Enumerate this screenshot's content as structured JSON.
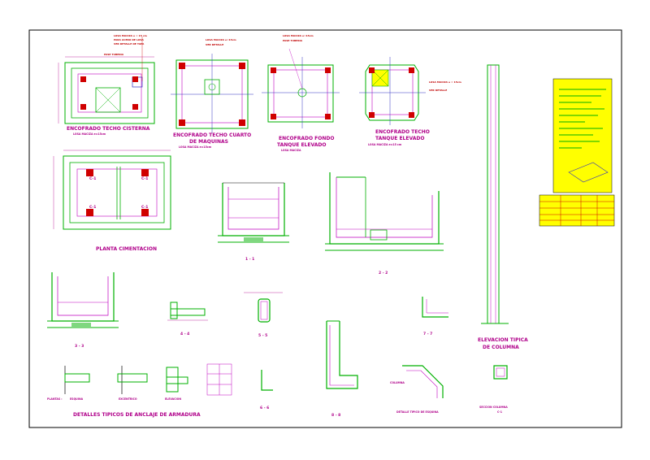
{
  "drawing": {
    "views": {
      "techo_cisterna": {
        "title": "ENCOFRADO TECHO CISTERNA",
        "annotation": "PASE TUBERIA"
      },
      "techo_cuarto": {
        "title_line1": "ENCOFRADO TECHO CUARTO",
        "title_line2": "DE MAQUINAS"
      },
      "fondo_tanque": {
        "title_line1": "ENCOFRADO FONDO",
        "title_line2": "TANQUE ELEVADO"
      },
      "techo_tanque": {
        "title_line1": "ENCOFRADO TECHO",
        "title_line2": "TANQUE ELEVADO"
      },
      "planta_cimentacion": {
        "title": "PLANTA CIMENTACION",
        "columns": [
          "C-1",
          "C-1",
          "C-1",
          "C-1"
        ]
      },
      "corte_1_1": {
        "title": "1 - 1"
      },
      "corte_2_2": {
        "title": "2 - 2"
      },
      "corte_3_3": {
        "title": "3 - 3"
      },
      "corte_4_4": {
        "title": "4 - 4"
      },
      "corte_5_5": {
        "title": "5 - 5"
      },
      "corte_6_6": {
        "title": "6 - 6"
      },
      "corte_7_7": {
        "title": "7 - 7"
      },
      "corte_8_8": {
        "title": "8 - 8"
      },
      "anclaje": {
        "title": "DETALLES TIPICOS DE ANCLAJE DE ARMADURA",
        "planta_label": "PLANTAS :",
        "esquina": "ESQUINA",
        "excentrico": "EXCENTRICO",
        "elevacion": "ELEVACION"
      },
      "detalle_esquina": {
        "title": "DETALLE TIPICO DE ESQUINA",
        "label": "COLUMNA"
      },
      "elevacion_columna": {
        "title_line1": "ELEVACION TIPICA",
        "title_line2": "DE COLUMNA"
      },
      "seccion_columna": {
        "title_line1": "SECCION COLUMNA",
        "title_line2": "C-1"
      }
    },
    "colors": {
      "magenta": "#b0008a",
      "green": "#00b000",
      "red": "#d00000",
      "blue": "#3030c0",
      "yellow": "#ffff00",
      "black": "#000000"
    }
  }
}
